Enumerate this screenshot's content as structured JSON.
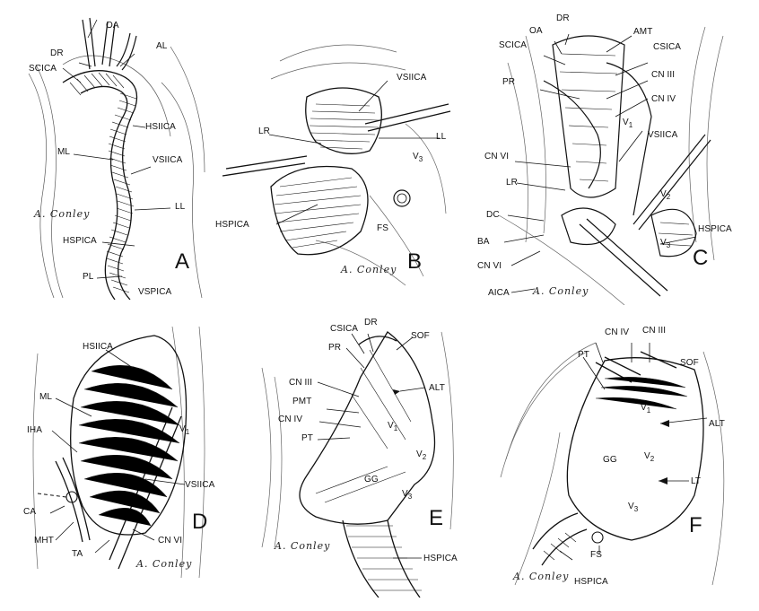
{
  "signature": "A. Conley",
  "panels": [
    {
      "letter": "A",
      "labels": [
        {
          "id": "oa",
          "text": "OA"
        },
        {
          "id": "dr",
          "text": "DR"
        },
        {
          "id": "al",
          "text": "AL"
        },
        {
          "id": "scica",
          "text": "SCICA"
        },
        {
          "id": "hsiica",
          "text": "HSIICA"
        },
        {
          "id": "ml",
          "text": "ML"
        },
        {
          "id": "vsiica",
          "text": "VSIICA"
        },
        {
          "id": "ll",
          "text": "LL"
        },
        {
          "id": "hspica",
          "text": "HSPICA"
        },
        {
          "id": "pl",
          "text": "PL"
        },
        {
          "id": "vspica",
          "text": "VSPICA"
        }
      ]
    },
    {
      "letter": "B",
      "labels": [
        {
          "id": "vsiica",
          "text": "VSIICA"
        },
        {
          "id": "lr",
          "text": "LR"
        },
        {
          "id": "ll",
          "text": "LL"
        },
        {
          "id": "v3",
          "text": "V3"
        },
        {
          "id": "hspica",
          "text": "HSPICA"
        },
        {
          "id": "fs",
          "text": "FS"
        }
      ]
    },
    {
      "letter": "C",
      "labels": [
        {
          "id": "dr",
          "text": "DR"
        },
        {
          "id": "oa",
          "text": "OA"
        },
        {
          "id": "amt",
          "text": "AMT"
        },
        {
          "id": "scica",
          "text": "SCICA"
        },
        {
          "id": "csica",
          "text": "CSICA"
        },
        {
          "id": "pr",
          "text": "PR"
        },
        {
          "id": "cn3",
          "text": "CN III"
        },
        {
          "id": "cn4",
          "text": "CN IV"
        },
        {
          "id": "v1",
          "text": "V1"
        },
        {
          "id": "vsiica",
          "text": "VSIICA"
        },
        {
          "id": "cn6a",
          "text": "CN VI"
        },
        {
          "id": "lr",
          "text": "LR"
        },
        {
          "id": "v2",
          "text": "V2"
        },
        {
          "id": "dc",
          "text": "DC"
        },
        {
          "id": "ba",
          "text": "BA"
        },
        {
          "id": "hspica",
          "text": "HSPICA"
        },
        {
          "id": "v3",
          "text": "V3"
        },
        {
          "id": "cn6b",
          "text": "CN VI"
        },
        {
          "id": "aica",
          "text": "AICA"
        }
      ]
    },
    {
      "letter": "D",
      "labels": [
        {
          "id": "hsiica",
          "text": "HSIICA"
        },
        {
          "id": "ml",
          "text": "ML"
        },
        {
          "id": "v1",
          "text": "V1"
        },
        {
          "id": "iha",
          "text": "IHA"
        },
        {
          "id": "vsiica",
          "text": "VSIICA"
        },
        {
          "id": "ca",
          "text": "CA"
        },
        {
          "id": "mht",
          "text": "MHT"
        },
        {
          "id": "cn6",
          "text": "CN VI"
        },
        {
          "id": "ta",
          "text": "TA"
        }
      ]
    },
    {
      "letter": "E",
      "labels": [
        {
          "id": "csica",
          "text": "CSICA"
        },
        {
          "id": "dr",
          "text": "DR"
        },
        {
          "id": "sof",
          "text": "SOF"
        },
        {
          "id": "pr",
          "text": "PR"
        },
        {
          "id": "cn3",
          "text": "CN III"
        },
        {
          "id": "alt",
          "text": "ALT"
        },
        {
          "id": "pmt",
          "text": "PMT"
        },
        {
          "id": "cn4",
          "text": "CN IV"
        },
        {
          "id": "v1",
          "text": "V1"
        },
        {
          "id": "pt",
          "text": "PT"
        },
        {
          "id": "v2",
          "text": "V2"
        },
        {
          "id": "gg",
          "text": "GG"
        },
        {
          "id": "v3",
          "text": "V3"
        },
        {
          "id": "hspica",
          "text": "HSPICA"
        }
      ]
    },
    {
      "letter": "F",
      "labels": [
        {
          "id": "cn4",
          "text": "CN IV"
        },
        {
          "id": "cn3",
          "text": "CN III"
        },
        {
          "id": "pt",
          "text": "PT"
        },
        {
          "id": "sof",
          "text": "SOF"
        },
        {
          "id": "v1",
          "text": "V1"
        },
        {
          "id": "alt",
          "text": "ALT"
        },
        {
          "id": "gg",
          "text": "GG"
        },
        {
          "id": "v2",
          "text": "V2"
        },
        {
          "id": "lt",
          "text": "LT"
        },
        {
          "id": "v3",
          "text": "V3"
        },
        {
          "id": "fs",
          "text": "FS"
        },
        {
          "id": "hspica",
          "text": "HSPICA"
        }
      ]
    }
  ]
}
